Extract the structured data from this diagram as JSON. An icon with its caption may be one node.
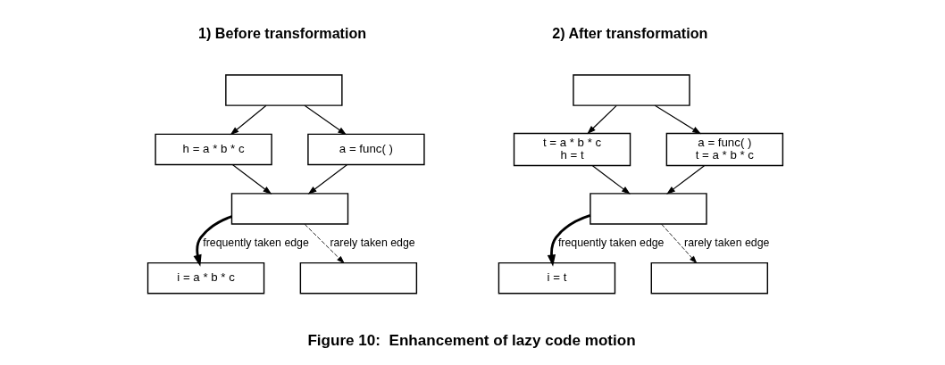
{
  "diagram": {
    "caption": "Figure 10:  Enhancement of lazy code motion",
    "nodes": [
      {
        "text": [],
        "shape": "box"
      },
      {
        "text": [
          "h = a * b * c"
        ]
      },
      {
        "text": [
          "a = func( )"
        ]
      },
      {
        "text": [],
        "shape": "box"
      },
      {
        "text": [
          "i = a * b * c"
        ]
      },
      {
        "text": [],
        "shape": "box"
      },
      {
        "text": [],
        "shape": "box"
      },
      {
        "text": [
          "t = a * b * c",
          "h = t"
        ]
      },
      {
        "text": [
          "a = func( )",
          "t = a * b * c"
        ]
      },
      {
        "text": [],
        "shape": "box"
      },
      {
        "text": [
          "i = t"
        ]
      },
      {
        "text": [],
        "shape": "box"
      }
    ],
    "edges": [
      {
        "from": 0,
        "to": 1,
        "arrow": "to"
      },
      {
        "from": 0,
        "to": 2,
        "arrow": "to"
      },
      {
        "from": 1,
        "to": 3,
        "arrow": "to"
      },
      {
        "from": 2,
        "to": 3,
        "arrow": "to"
      },
      {
        "from": 3,
        "to": 4,
        "arrow": "to",
        "label": "frequently taken edge",
        "style": "thick"
      },
      {
        "from": 3,
        "to": 5,
        "arrow": "to",
        "label": "rarely taken edge",
        "style": "dashed"
      },
      {
        "from": 6,
        "to": 7,
        "arrow": "to"
      },
      {
        "from": 6,
        "to": 8,
        "arrow": "to"
      },
      {
        "from": 7,
        "to": 9,
        "arrow": "to"
      },
      {
        "from": 8,
        "to": 9,
        "arrow": "to"
      },
      {
        "from": 9,
        "to": 10,
        "arrow": "to",
        "label": "frequently taken edge",
        "style": "thick"
      },
      {
        "from": 9,
        "to": 11,
        "arrow": "to",
        "label": "rarely taken edge",
        "style": "dashed"
      }
    ],
    "labels": [
      "1) Before transformation",
      "2) After transformation"
    ]
  }
}
